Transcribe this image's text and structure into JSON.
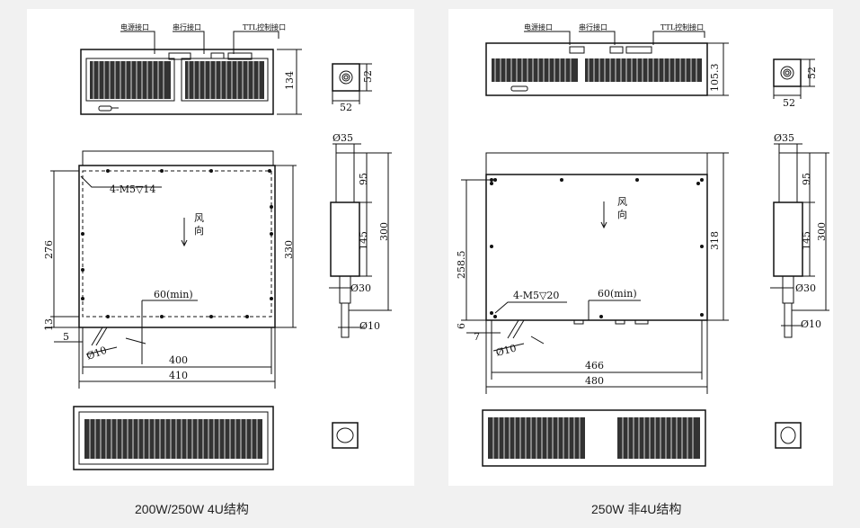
{
  "panels": [
    {
      "connectors": {
        "power": "电源接口",
        "serial": "串行接口",
        "ttl": "TTL控制接口"
      },
      "dims": {
        "front_height": "134",
        "sq_h": "52",
        "sq_w": "52",
        "probe_dia": "Ø35",
        "probe_upper": "95",
        "probe_mid": "145",
        "probe_total": "300",
        "probe_neck": "Ø30",
        "probe_tip": "Ø10",
        "depth_total": "330",
        "hole_span": "276",
        "bottom_offset": "13",
        "tap": "4-M5▽14",
        "left_offset": "5",
        "cable_dia": "Ø10",
        "clearance": "60(min)",
        "width_inner": "400",
        "width_total": "410"
      },
      "airflow": [
        "风",
        "向"
      ],
      "caption": "200W/250W  4U结构"
    },
    {
      "connectors": {
        "power": "电源接口",
        "serial": "串行接口",
        "ttl": "TTL控制接口"
      },
      "dims": {
        "front_height": "105.3",
        "sq_h": "52",
        "sq_w": "52",
        "probe_dia": "Ø35",
        "probe_upper": "95",
        "probe_mid": "145",
        "probe_total": "300",
        "probe_neck": "Ø30",
        "probe_tip": "Ø10",
        "depth_total": "318",
        "hole_span": "258.5",
        "bottom_offset": "6",
        "tap": "4-M5▽20",
        "left_offset": "7",
        "cable_dia": "Ø10",
        "clearance": "60(min)",
        "width_inner": "466",
        "width_total": "480"
      },
      "airflow": [
        "风",
        "向"
      ],
      "caption": "250W  非4U结构"
    }
  ]
}
